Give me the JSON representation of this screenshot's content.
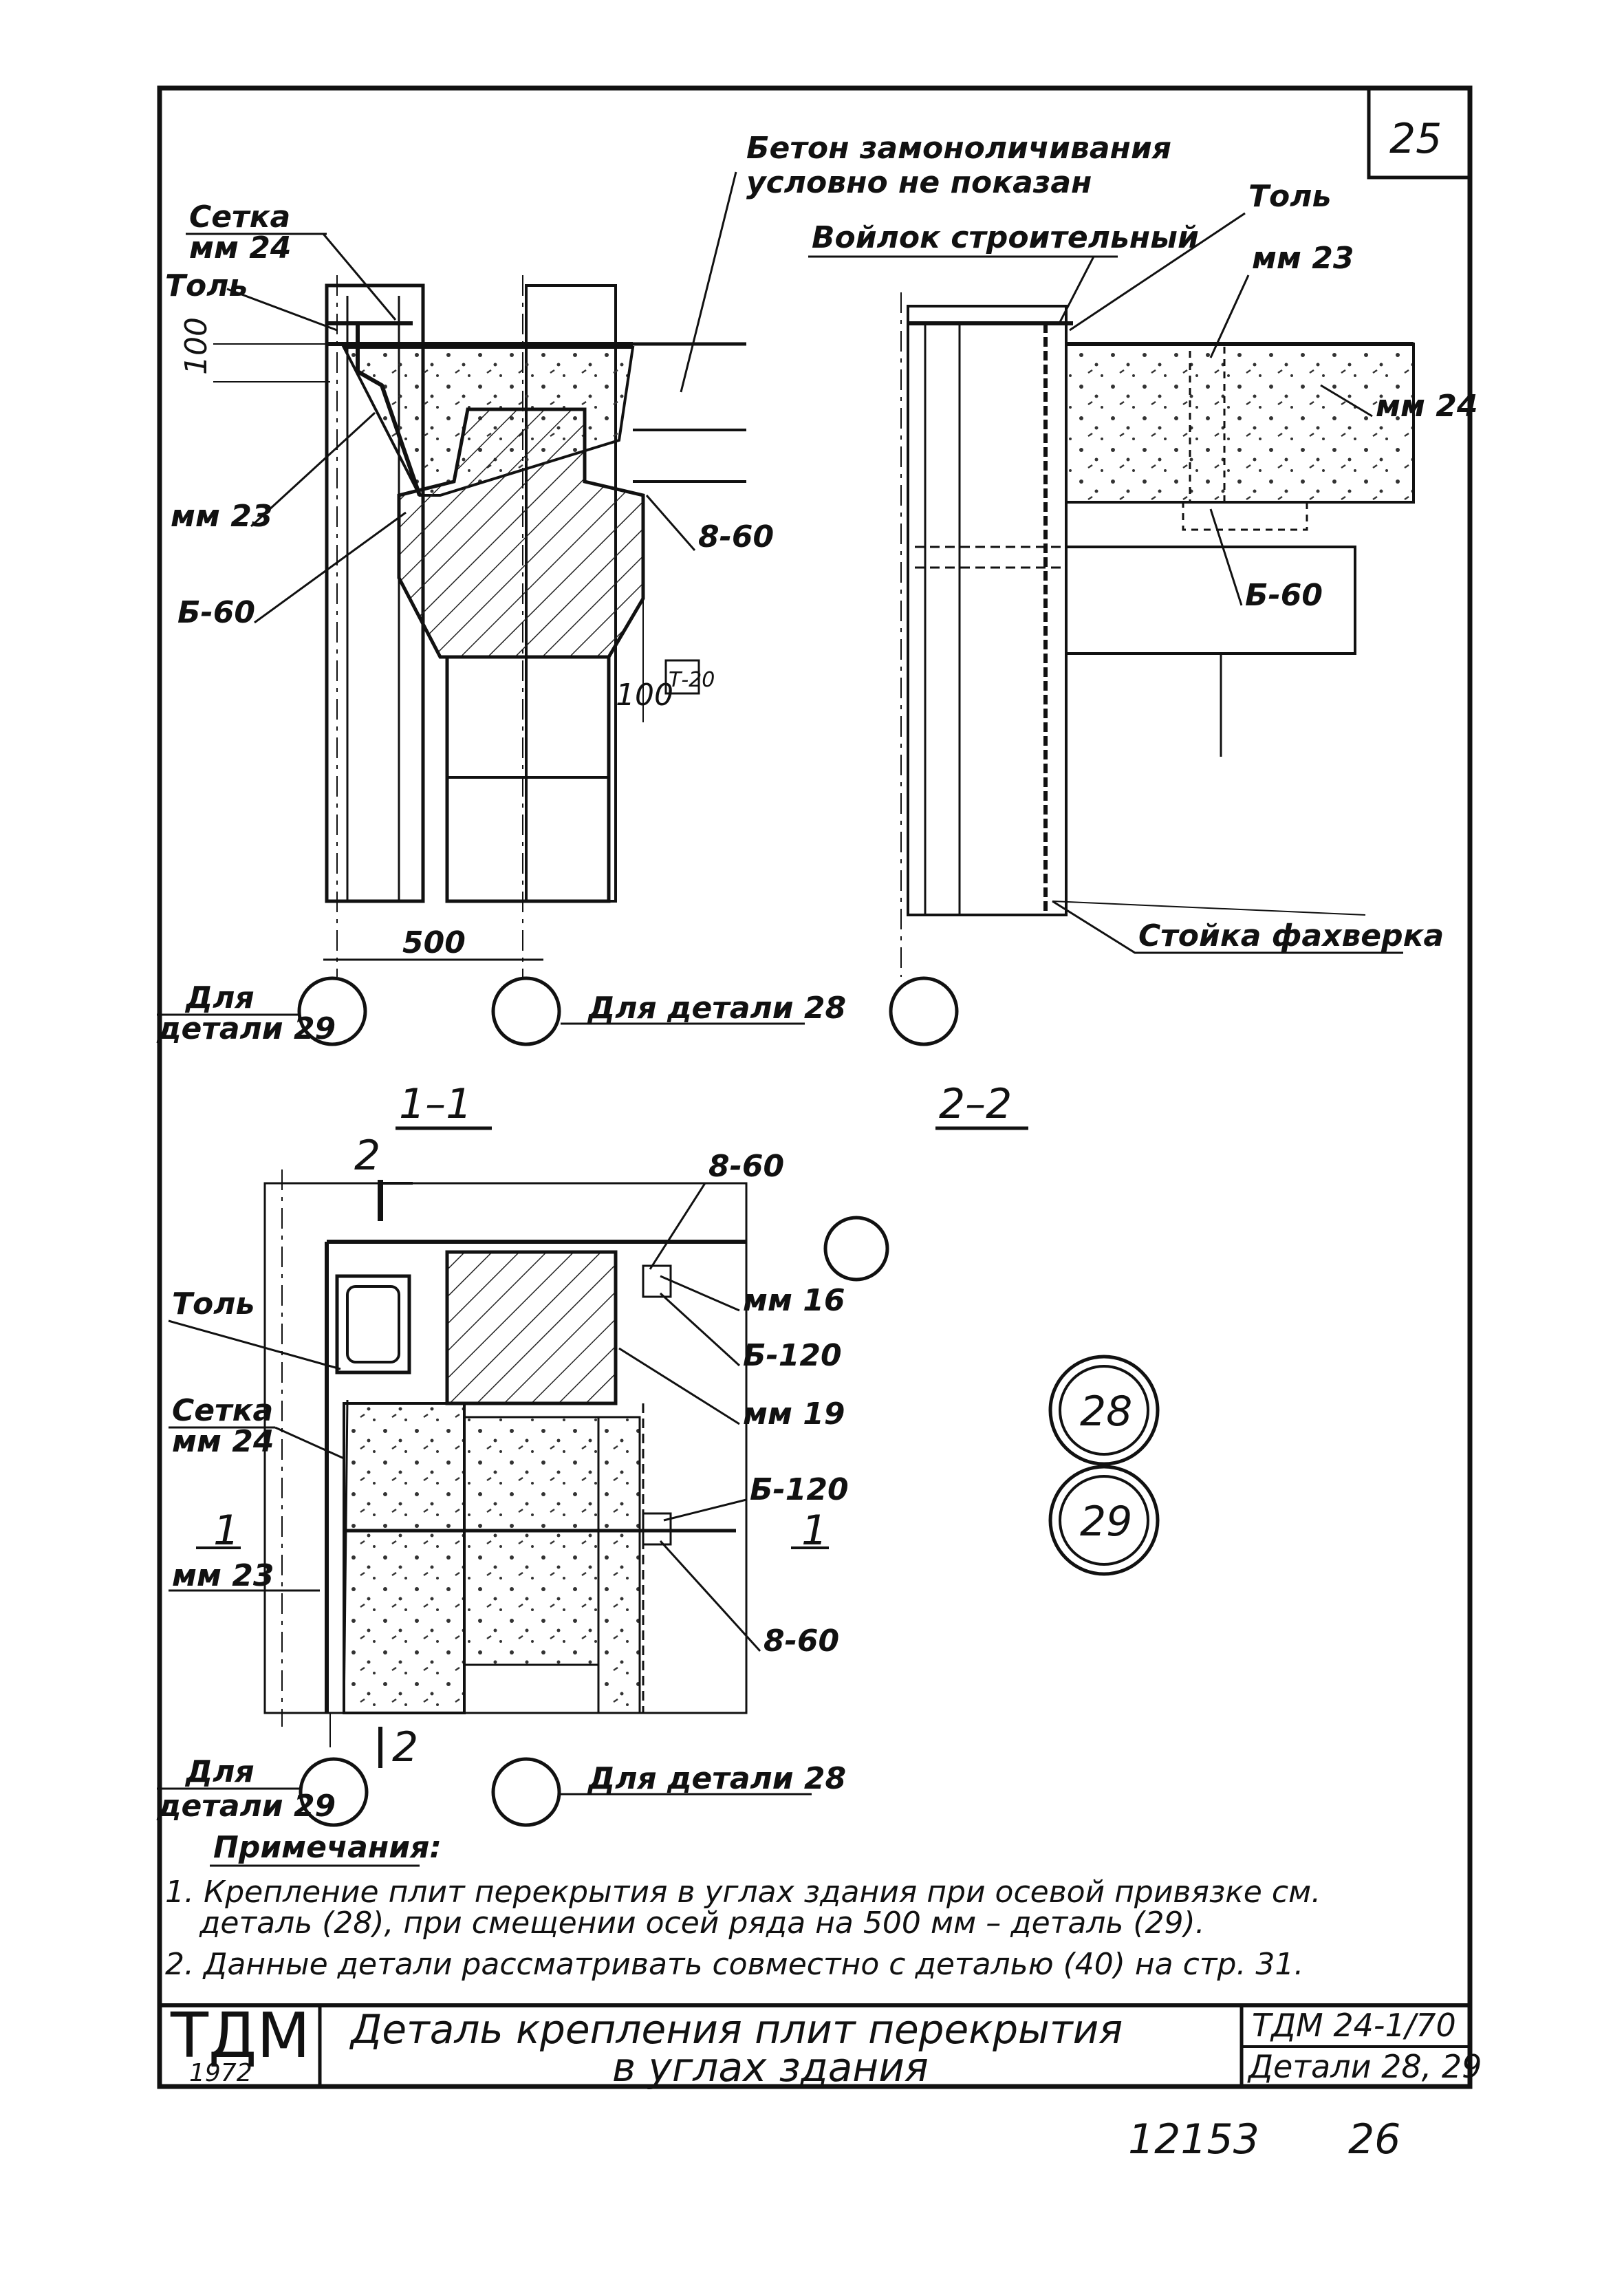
{
  "page_number": "25",
  "top_note": {
    "line1": "Бетон замоноличивания",
    "line2": "условно не показан"
  },
  "section_1_1": {
    "title": "1–1",
    "labels": {
      "setka": "Сетка",
      "mm24": "мм 24",
      "tol": "Толь",
      "dim_100": "100",
      "mm23": "мм 23",
      "b60": "Б-60",
      "v60": "8-60",
      "dim_100b": "100",
      "t20": "Т-20",
      "dim_500": "500"
    },
    "circle_left_caption": {
      "line1": "Для",
      "line2": "детали 29"
    },
    "circle_right_caption": "Для детали 28"
  },
  "section_2_2": {
    "title": "2–2",
    "labels": {
      "voilok": "Войлок строительный",
      "tol": "Толь",
      "mm23": "мм 23",
      "mm24": "мм 24",
      "b60": "Б-60",
      "stoika": "Стойка фахверка"
    }
  },
  "plan": {
    "mark_2_top": "2",
    "mark_2_bottom": "2",
    "mark_1_left": "1",
    "mark_1_right": "1",
    "labels": {
      "v60_top": "8-60",
      "tol": "Толь",
      "mm16": "мм 16",
      "b120_a": "Б-120",
      "setka": "Сетка",
      "mm24": "мм 24",
      "mm19": "мм 19",
      "b120_b": "Б-120",
      "mm23": "мм 23",
      "v60_bottom": "8-60"
    },
    "circle_left_caption": {
      "line1": "Для",
      "line2": "детали 29"
    },
    "circle_right_caption": "Для детали 28"
  },
  "detail_marks": [
    "28",
    "29"
  ],
  "notes": {
    "heading": "Примечания:",
    "items": [
      "1. Крепление плит перекрытия в углах здания при осевой привязке см.",
      "деталь (28), при смещении осей ряда на 500 мм – деталь (29).",
      "2. Данные детали рассматривать совместно с деталью (40) на стр. 31."
    ]
  },
  "title_block": {
    "logo": "ТДМ",
    "year": "1972",
    "title_line1": "Деталь крепления плит перекрытия",
    "title_line2": "в углах здания",
    "code": "ТДМ 24-1/70",
    "details": "Детали 28, 29"
  },
  "footer": {
    "number": "12153",
    "page": "26"
  }
}
